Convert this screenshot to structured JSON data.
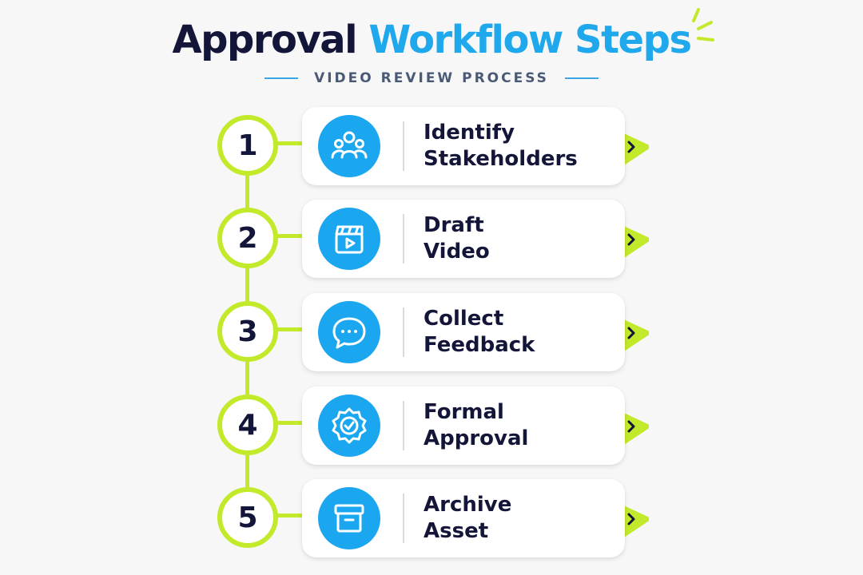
{
  "header": {
    "title_part1": "Approval",
    "title_part2": "Workflow Steps",
    "subtitle": "VIDEO REVIEW PROCESS"
  },
  "colors": {
    "navy": "#131638",
    "blue": "#1fa8ec",
    "lime": "#c3ea2a",
    "icon_bg": "#1ba6f0"
  },
  "steps": [
    {
      "number": "1",
      "line1": "Identify",
      "line2": "Stakeholders",
      "icon": "stakeholders-icon"
    },
    {
      "number": "2",
      "line1": "Draft",
      "line2": "Video",
      "icon": "clapperboard-video-icon"
    },
    {
      "number": "3",
      "line1": "Collect",
      "line2": "Feedback",
      "icon": "chat-bubble-icon"
    },
    {
      "number": "4",
      "line1": "Formal",
      "line2": "Approval",
      "icon": "approval-badge-icon"
    },
    {
      "number": "5",
      "line1": "Archive",
      "line2": "Asset",
      "icon": "archive-box-icon"
    }
  ]
}
